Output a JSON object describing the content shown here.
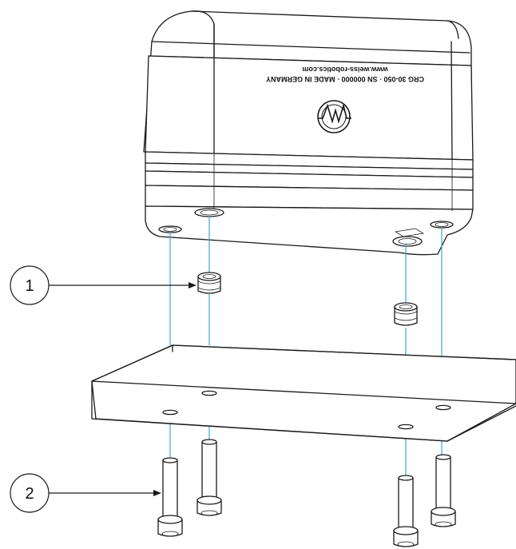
{
  "gripper": {
    "label_line_1": "CRG 30-050 · SN 000000 · MADE IN GERMANY",
    "label_line_2": "www.weiss-robotics.com",
    "logo_icon": "weiss-logo-icon"
  },
  "callouts": [
    {
      "number": "1",
      "target": "centering sleeve"
    },
    {
      "number": "2",
      "target": "mounting screw"
    }
  ],
  "colors": {
    "axis": "#3aa6d8",
    "outline": "#1a1a1a"
  }
}
